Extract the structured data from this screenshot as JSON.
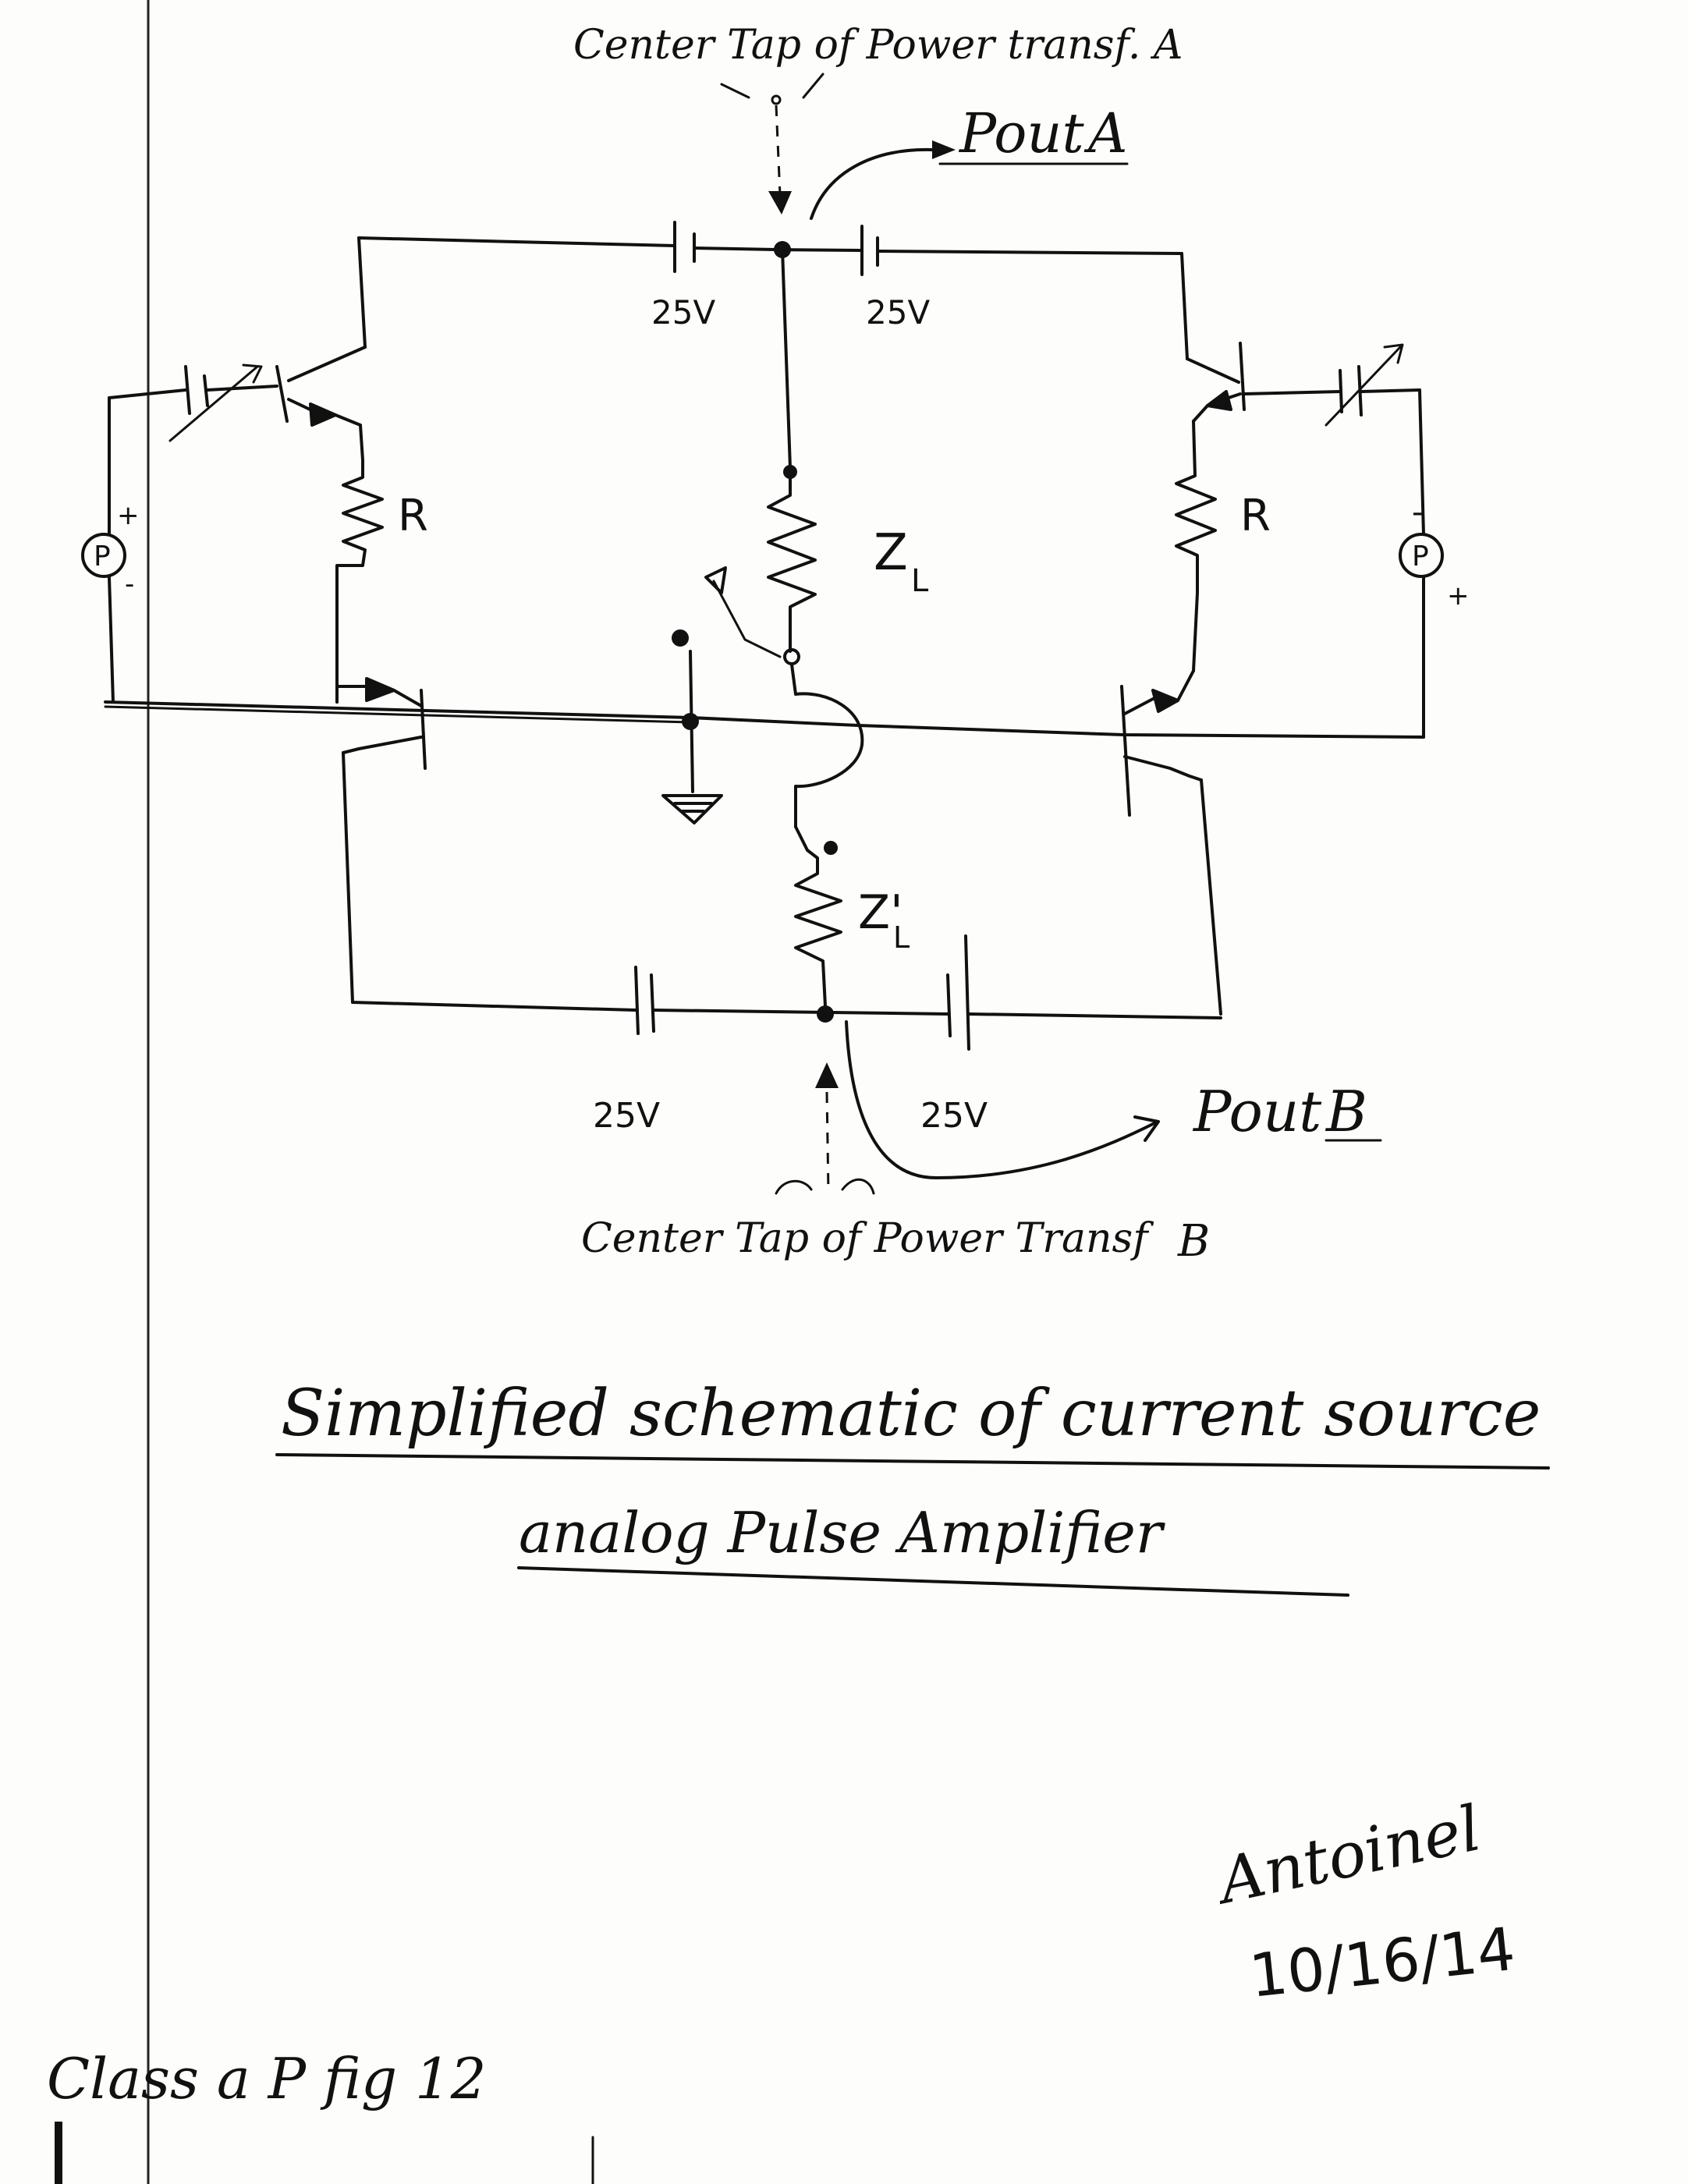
{
  "labels": {
    "center_tap_a": "Center Tap of Power transf. A",
    "pout_a": "Pout",
    "pout_a_letter": "A",
    "volt_top_left": "25V",
    "volt_top_right": "25V",
    "resistor_left": "R",
    "resistor_right": "R",
    "probe_left": "P",
    "probe_right": "P",
    "zl_top": "Z",
    "zl_top_sub": "L",
    "zl_bottom": "Z'",
    "zl_bottom_sub": "L",
    "volt_bottom_left": "25V",
    "volt_bottom_right": "25V",
    "pout_b": "Pout",
    "pout_b_letter": "B",
    "center_tap_b": "Center Tap of Power Transf",
    "center_tap_b_letter": "B",
    "plus_left": "+",
    "minus_left": "-",
    "minus_right": "-",
    "plus_right": "+"
  },
  "caption": {
    "line1": "Simplified schematic of current source",
    "line2": "analog Pulse Amplifier"
  },
  "signature": {
    "name": "Antoinel",
    "date": "10/16/14"
  },
  "footer": {
    "figure_tag": "Class a P fig 12"
  }
}
